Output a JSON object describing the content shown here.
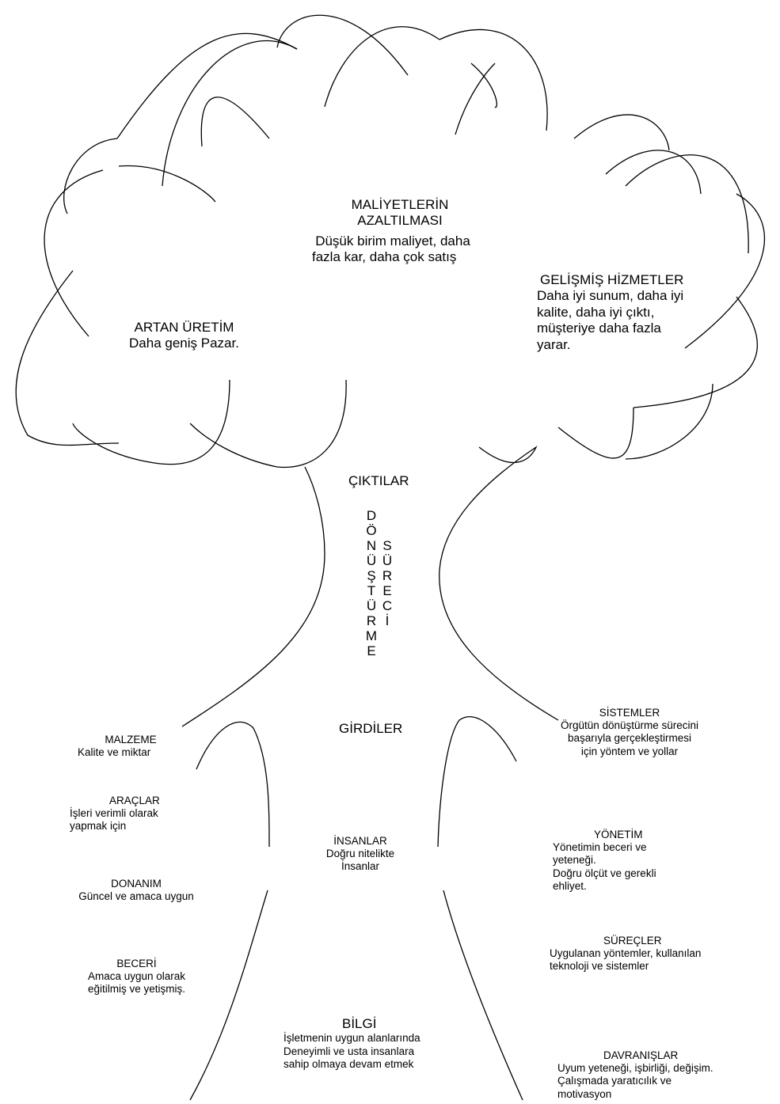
{
  "crown": {
    "cost": {
      "title": [
        "MALİYETLERİN",
        "AZALTILMASI"
      ],
      "body": [
        "Düşük birim maliyet, daha",
        "fazla kar, daha çok satış"
      ]
    },
    "production": {
      "title": "ARTAN ÜRETİM",
      "body": "Daha geniş Pazar."
    },
    "services": {
      "title": "GELİŞMİŞ HİZMETLER",
      "body": [
        "Daha iyi sunum, daha iyi",
        "kalite, daha iyi çıktı,",
        "müşteriye daha fazla",
        "yarar."
      ]
    }
  },
  "trunk": {
    "outputs": "ÇIKTILAR",
    "process_word1": [
      "D",
      "Ö",
      "N",
      "Ü",
      "Ş",
      "T",
      "Ü",
      "R",
      "M",
      "E"
    ],
    "process_word2": [
      "S",
      "Ü",
      "R",
      "E",
      "C",
      "İ"
    ],
    "inputs": "GİRDİLER"
  },
  "left_inputs": [
    {
      "title": "MALZEME",
      "lines": [
        "Kalite ve miktar"
      ]
    },
    {
      "title": "ARAÇLAR",
      "lines": [
        "İşleri verimli olarak",
        "yapmak için"
      ]
    },
    {
      "title": "DONANIM",
      "lines": [
        "Güncel ve amaca uygun"
      ]
    },
    {
      "title": "BECERİ",
      "lines": [
        "Amaca uygun olarak",
        "eğitilmiş ve yetişmiş."
      ]
    }
  ],
  "center_inputs": [
    {
      "title": "İNSANLAR",
      "lines": [
        "Doğru nitelikte",
        "İnsanlar"
      ]
    },
    {
      "title": "BİLGİ",
      "lines": [
        "İşletmenin uygun alanlarında",
        "Deneyimli ve usta insanlara",
        "sahip olmaya devam etmek"
      ]
    }
  ],
  "right_inputs": [
    {
      "title": "SİSTEMLER",
      "lines": [
        "Örgütün dönüştürme sürecini",
        "başarıyla gerçekleştirmesi",
        "için yöntem ve yollar"
      ]
    },
    {
      "title": "YÖNETİM",
      "lines": [
        "Yönetimin beceri ve",
        "yeteneği.",
        "Doğru ölçüt ve gerekli",
        "ehliyet."
      ]
    },
    {
      "title": "SÜREÇLER",
      "lines": [
        "Uygulanan yöntemler, kullanılan",
        "teknoloji ve sistemler"
      ]
    },
    {
      "title": "DAVRANIŞLAR",
      "lines": [
        "Uyum yeteneği, işbirliği, değişim.",
        "Çalışmada yaratıcılık ve",
        "motivasyon"
      ]
    }
  ]
}
